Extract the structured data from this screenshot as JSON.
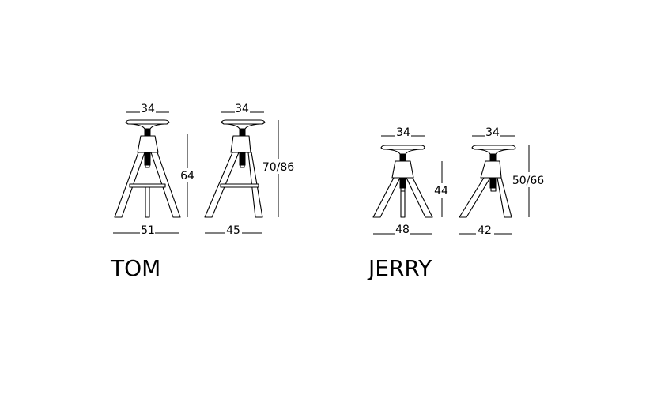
{
  "models": {
    "tom": {
      "name": "TOM",
      "front": {
        "seat_width": "34",
        "height": "64",
        "base_width": "51"
      },
      "side": {
        "seat_width": "34",
        "height": "70/86",
        "base_width": "45"
      }
    },
    "jerry": {
      "name": "JERRY",
      "front": {
        "seat_width": "34",
        "height": "44",
        "base_width": "48"
      },
      "side": {
        "seat_width": "34",
        "height": "50/66",
        "base_width": "42"
      }
    }
  }
}
